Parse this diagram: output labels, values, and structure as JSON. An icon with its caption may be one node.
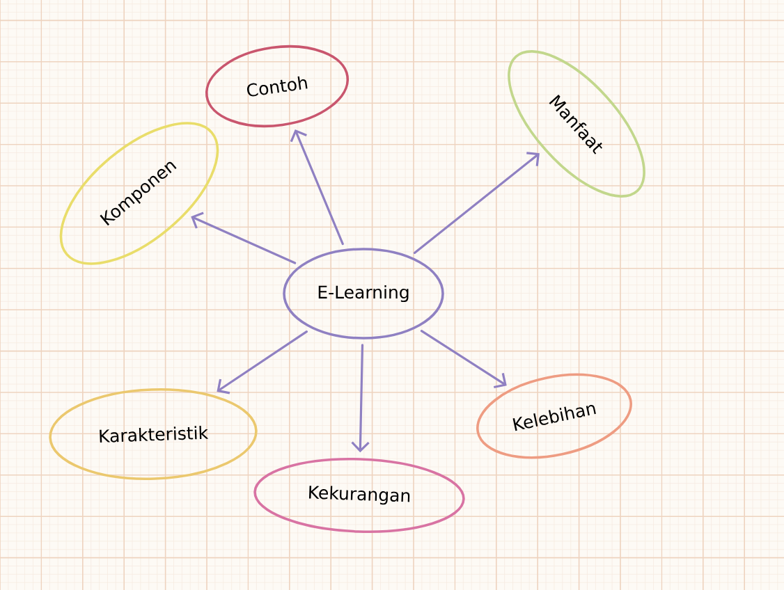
{
  "diagram": {
    "nodes": [
      {
        "text": [
          "E-Learning"
        ]
      },
      {
        "text": [
          "Contoh"
        ]
      },
      {
        "text": [
          "Manfaat"
        ]
      },
      {
        "text": [
          "Komponen"
        ]
      },
      {
        "text": [
          "Karakteristik"
        ]
      },
      {
        "text": [
          "Kekurangan"
        ]
      },
      {
        "text": [
          "Kelebihan"
        ]
      }
    ],
    "edges": [
      {
        "from": 0,
        "to": 1,
        "arrow": "to"
      },
      {
        "from": 0,
        "to": 2,
        "arrow": "to"
      },
      {
        "from": 0,
        "to": 3,
        "arrow": "to"
      },
      {
        "from": 0,
        "to": 4,
        "arrow": "to"
      },
      {
        "from": 0,
        "to": 5,
        "arrow": "to"
      },
      {
        "from": 0,
        "to": 6,
        "arrow": "to"
      }
    ]
  }
}
